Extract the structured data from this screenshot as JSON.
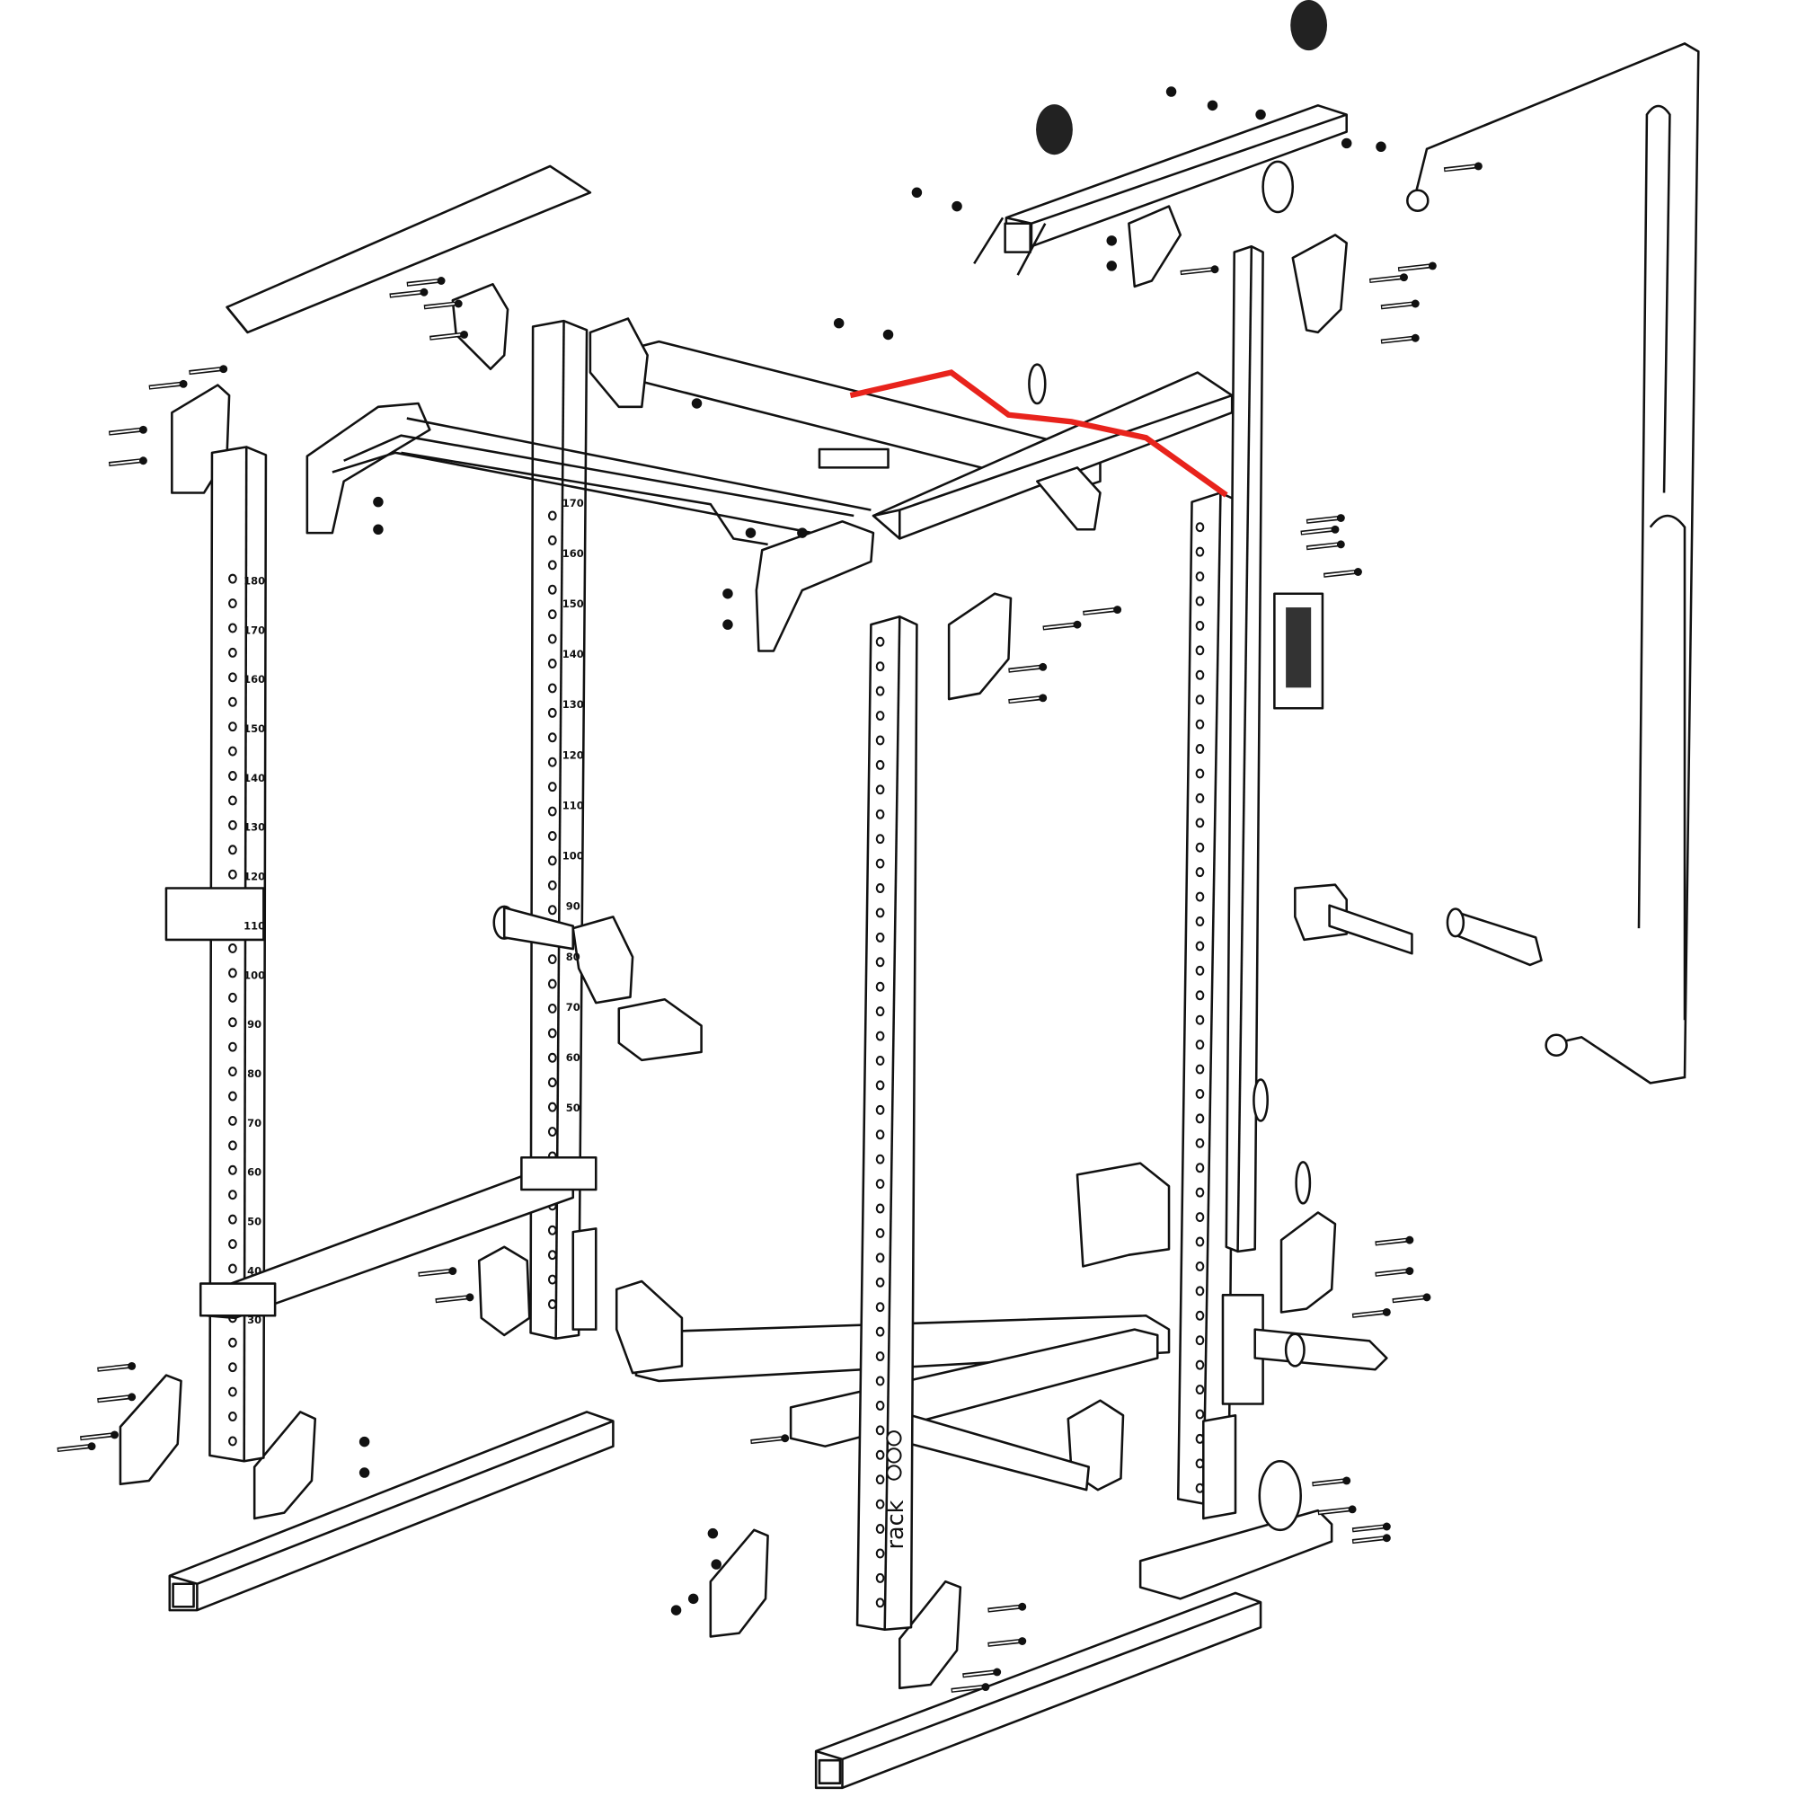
{
  "diagram": {
    "title": "Power rack exploded assembly",
    "highlight_color": "#e8231c",
    "line_color": "#111111",
    "left_upright_labels": [
      "180",
      "170",
      "160",
      "150",
      "140",
      "130",
      "120",
      "110",
      "100",
      "90",
      "80",
      "70",
      "60",
      "50",
      "40",
      "30"
    ],
    "middle_upright_labels": [
      "170",
      "160",
      "150",
      "140",
      "130",
      "120",
      "110",
      "100",
      "90",
      "80",
      "70",
      "60",
      "50"
    ],
    "logo_text": "rack"
  }
}
